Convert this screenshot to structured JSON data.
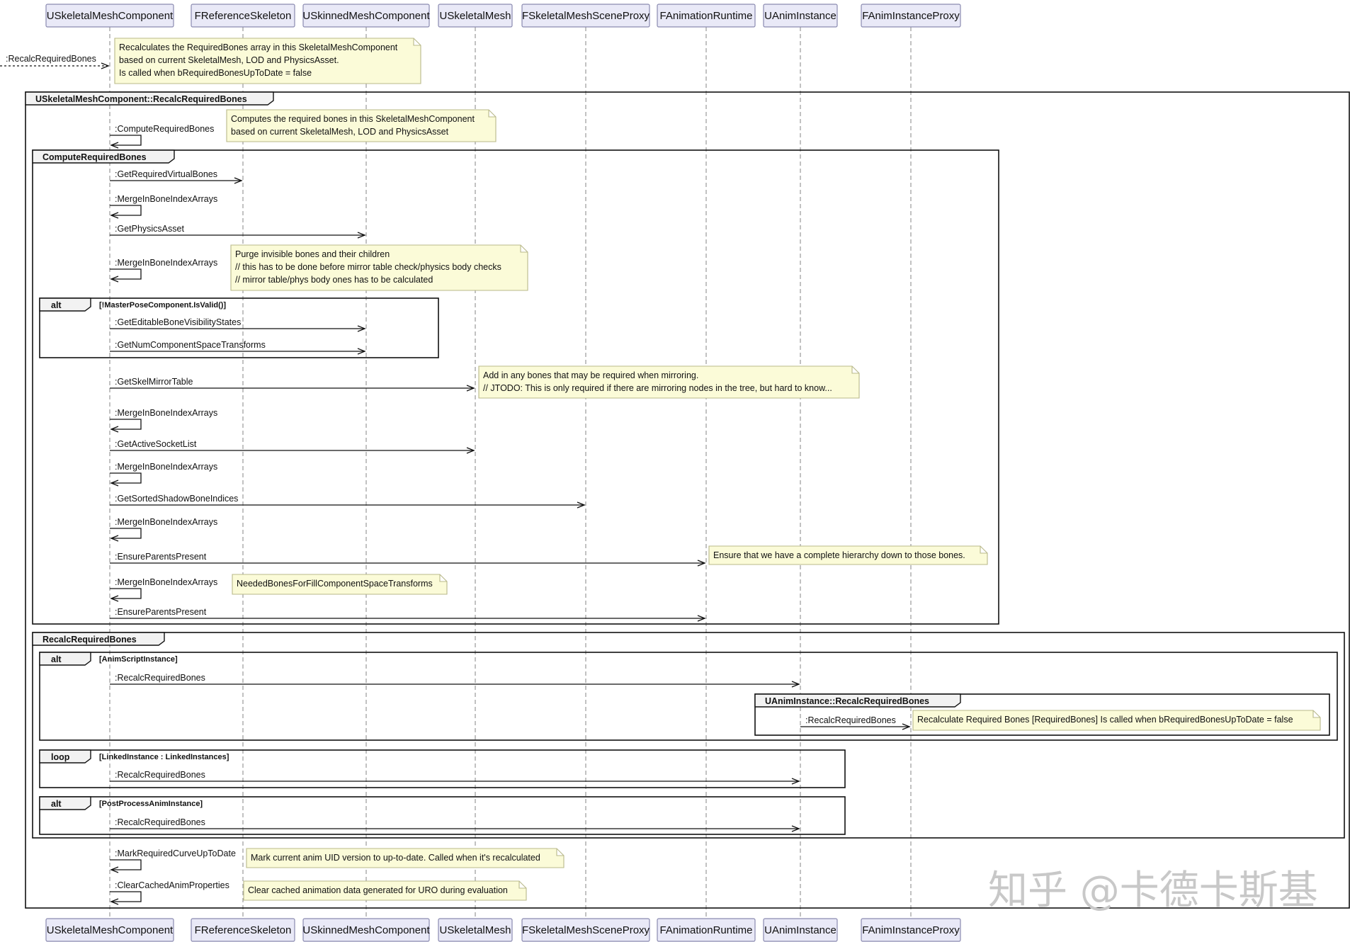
{
  "participants": [
    {
      "name": "USkeletalMeshComponent"
    },
    {
      "name": "FReferenceSkeleton"
    },
    {
      "name": "USkinnedMeshComponent"
    },
    {
      "name": "USkeletalMesh"
    },
    {
      "name": "FSkeletalMeshSceneProxy"
    },
    {
      "name": "FAnimationRuntime"
    },
    {
      "name": "UAnimInstance"
    },
    {
      "name": "FAnimInstanceProxy"
    }
  ],
  "entry_message": {
    "label": ":RecalcRequiredBones"
  },
  "frames": [
    {
      "type": "group",
      "title": "USkeletalMeshComponent::RecalcRequiredBones",
      "guard": ""
    },
    {
      "type": "group",
      "title": "ComputeRequiredBones",
      "guard": ""
    },
    {
      "type": "alt",
      "title": "alt",
      "guard": "[!MasterPoseComponent.IsValid()]"
    },
    {
      "type": "group",
      "title": "RecalcRequiredBones",
      "guard": ""
    },
    {
      "type": "alt",
      "title": "alt",
      "guard": "[AnimScriptInstance]"
    },
    {
      "type": "group",
      "title": "UAnimInstance::RecalcRequiredBones",
      "guard": ""
    },
    {
      "type": "loop",
      "title": "loop",
      "guard": "[LinkedInstance : LinkedInstances]"
    },
    {
      "type": "alt",
      "title": "alt",
      "guard": "[PostProcessAnimInstance]"
    }
  ],
  "messages": [
    {
      "label": ":ComputeRequiredBones",
      "from": 0,
      "to": 0
    },
    {
      "label": ":GetRequiredVirtualBones",
      "from": 0,
      "to": 1
    },
    {
      "label": ":MergeInBoneIndexArrays",
      "from": 0,
      "to": 0
    },
    {
      "label": ":GetPhysicsAsset",
      "from": 0,
      "to": 2
    },
    {
      "label": ":MergeInBoneIndexArrays",
      "from": 0,
      "to": 0
    },
    {
      "label": ":GetEditableBoneVisibilityStates",
      "from": 0,
      "to": 2
    },
    {
      "label": ":GetNumComponentSpaceTransforms",
      "from": 0,
      "to": 2
    },
    {
      "label": ":GetSkelMirrorTable",
      "from": 0,
      "to": 3
    },
    {
      "label": ":MergeInBoneIndexArrays",
      "from": 0,
      "to": 0
    },
    {
      "label": ":GetActiveSocketList",
      "from": 0,
      "to": 3
    },
    {
      "label": ":MergeInBoneIndexArrays",
      "from": 0,
      "to": 0
    },
    {
      "label": ":GetSortedShadowBoneIndices",
      "from": 0,
      "to": 4
    },
    {
      "label": ":MergeInBoneIndexArrays",
      "from": 0,
      "to": 0
    },
    {
      "label": ":EnsureParentsPresent",
      "from": 0,
      "to": 5
    },
    {
      "label": ":MergeInBoneIndexArrays",
      "from": 0,
      "to": 0
    },
    {
      "label": ":EnsureParentsPresent",
      "from": 0,
      "to": 5
    },
    {
      "label": ":RecalcRequiredBones",
      "from": 0,
      "to": 6
    },
    {
      "label": ":RecalcRequiredBones",
      "from": 6,
      "to": 7
    },
    {
      "label": ":RecalcRequiredBones",
      "from": 0,
      "to": 6
    },
    {
      "label": ":RecalcRequiredBones",
      "from": 0,
      "to": 6
    },
    {
      "label": ":MarkRequiredCurveUpToDate",
      "from": 0,
      "to": 0
    },
    {
      "label": ":ClearCachedAnimProperties",
      "from": 0,
      "to": 0
    }
  ],
  "notes": [
    {
      "lines": [
        "Recalculates the RequiredBones array in this SkeletalMeshComponent",
        "based on current SkeletalMesh, LOD and PhysicsAsset.",
        "Is called when bRequiredBonesUpToDate = false"
      ]
    },
    {
      "lines": [
        "Computes the required bones in this SkeletalMeshComponent",
        "based on current SkeletalMesh, LOD and PhysicsAsset"
      ]
    },
    {
      "lines": [
        "Purge invisible bones and their children",
        "// this has to be done before mirror table check/physics body checks",
        "// mirror table/phys body ones has to be calculated"
      ]
    },
    {
      "lines": [
        "Add in any bones that may be required when mirroring.",
        "// JTODO: This is only required if there are mirroring nodes in the tree, but hard to know..."
      ]
    },
    {
      "lines": [
        "Ensure that we have a complete hierarchy down to those bones."
      ]
    },
    {
      "lines": [
        "NeededBonesForFillComponentSpaceTransforms"
      ]
    },
    {
      "lines": [
        "Recalculate Required Bones [RequiredBones] Is called when bRequiredBonesUpToDate = false"
      ]
    },
    {
      "lines": [
        "Mark current anim UID version to up-to-date. Called when it's recalculated"
      ]
    },
    {
      "lines": [
        "Clear cached animation data generated for URO during evaluation"
      ]
    }
  ],
  "watermark": "知乎 @卡德卡斯基",
  "colors": {
    "participant_fill": "#e9e9f7",
    "participant_border": "#8a8ab0",
    "note_fill": "#fbfbd8",
    "note_border": "#b9b98a",
    "line": "#111111"
  }
}
